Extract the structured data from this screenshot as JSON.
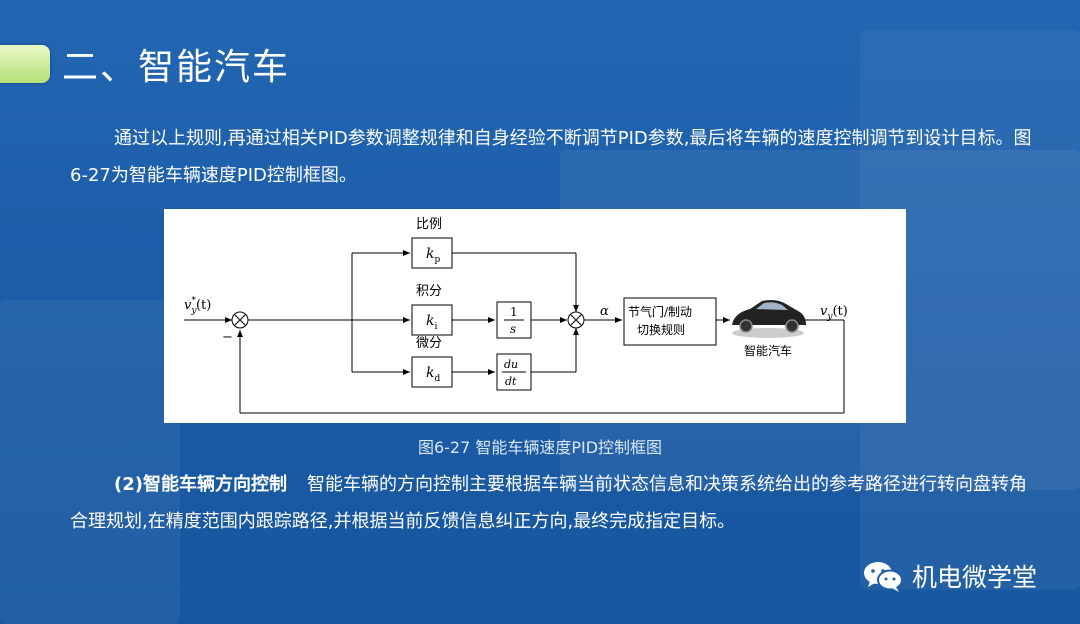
{
  "slide": {
    "title": "二、智能汽车",
    "paragraph1": "通过以上规则,再通过相关PID参数调整规律和自身经验不断调节PID参数,最后将车辆的速度控制调节到设计目标。图6-27为智能车辆速度PID控制框图。",
    "caption": "图6-27  智能车辆速度PID控制框图",
    "paragraph2_bold": "(2)智能车辆方向控制",
    "paragraph2": "智能车辆的方向控制主要根据车辆当前状态信息和决策系统给出的参考路径进行转向盘转角合理规划,在精度范围内跟踪路径,并根据当前反馈信息纠正方向,最终完成指定目标。",
    "wechat_label": "机电微学堂"
  },
  "diagram": {
    "input_label": "v",
    "input_sub": "y",
    "input_sup": "*",
    "input_arg": "(t)",
    "minus_sign": "−",
    "proportional_title": "比例",
    "proportional_k": "k",
    "proportional_sub": "p",
    "integral_title": "积分",
    "integral_k": "k",
    "integral_sub": "i",
    "integrator_num": "1",
    "integrator_den": "s",
    "derivative_title": "微分",
    "derivative_k": "k",
    "derivative_sub": "d",
    "diff_num": "du",
    "diff_den": "dt",
    "alpha": "α",
    "switch_line1": "节气门/制动",
    "switch_line2": "切换规则",
    "car_label": "智能汽车",
    "output_label": "v",
    "output_sub": "y",
    "output_arg": "(t)"
  },
  "colors": {
    "background": "#1d5fa8",
    "marker": "#c8e89a",
    "text": "#ffffff",
    "caption": "#dbe7f6"
  }
}
